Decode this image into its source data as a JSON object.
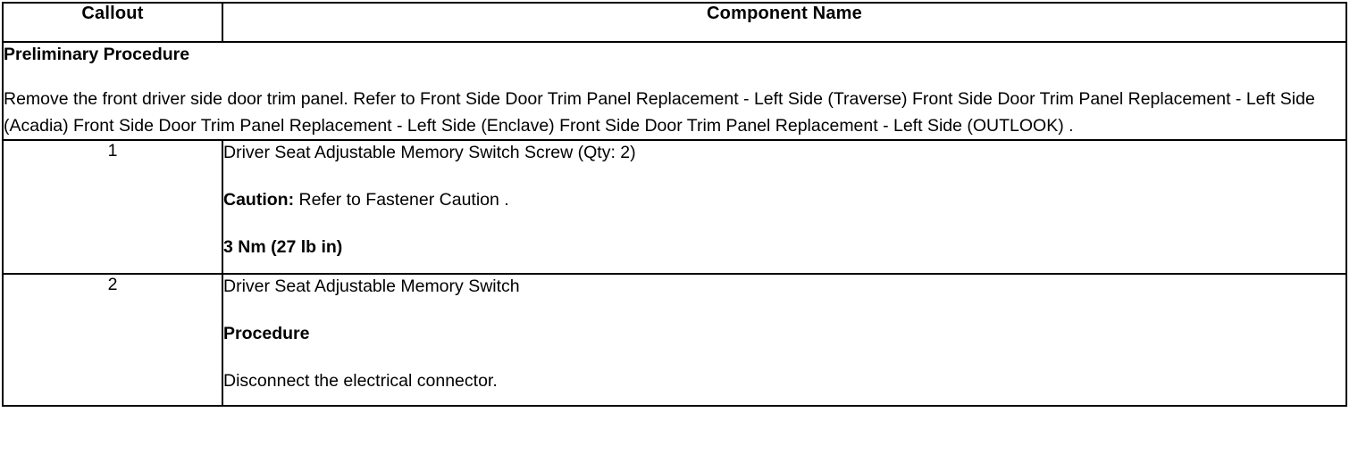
{
  "table": {
    "headers": {
      "callout": "Callout",
      "component": "Component Name"
    },
    "preliminary": {
      "title": "Preliminary Procedure",
      "body": "Remove the front driver side door trim panel. Refer to Front Side Door Trim Panel Replacement - Left Side (Traverse) Front Side Door Trim Panel Replacement - Left Side (Acadia) Front Side Door Trim Panel Replacement - Left Side (Enclave) Front Side Door Trim Panel Replacement - Left Side (OUTLOOK) ."
    },
    "rows": [
      {
        "callout": "1",
        "lines": [
          {
            "text": "Driver Seat Adjustable Memory Switch Screw (Qty: 2)"
          },
          {
            "bold_prefix": "Caution:",
            "text": " Refer to Fastener Caution ."
          },
          {
            "bold_all": "3 Nm (27 lb in)"
          }
        ]
      },
      {
        "callout": "2",
        "lines": [
          {
            "text": "Driver Seat Adjustable Memory Switch"
          },
          {
            "bold_all": "Procedure"
          },
          {
            "text": "Disconnect the electrical connector."
          }
        ]
      }
    ]
  },
  "colors": {
    "border": "#000000",
    "text": "#000000",
    "background": "#ffffff"
  }
}
